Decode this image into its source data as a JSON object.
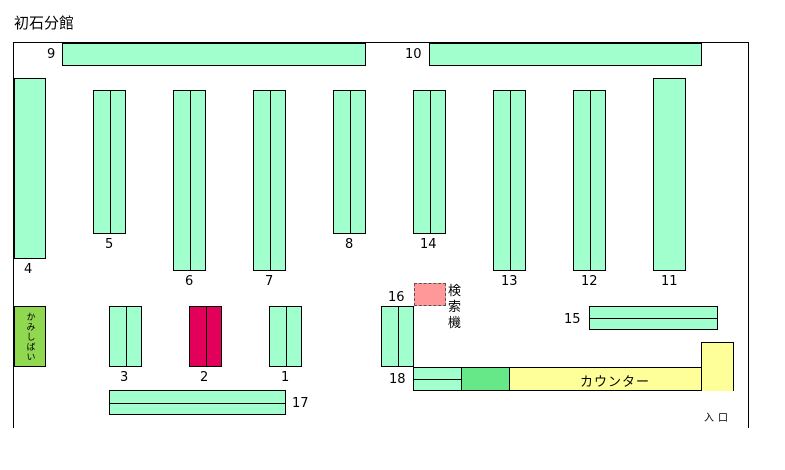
{
  "title": "初石分館",
  "shelves": {
    "s1": "1",
    "s2": "2",
    "s3": "3",
    "s4": "4",
    "s5": "5",
    "s6": "6",
    "s7": "7",
    "s8": "8",
    "s9": "9",
    "s10": "10",
    "s11": "11",
    "s12": "12",
    "s13": "13",
    "s14": "14",
    "s15": "15",
    "s16": "16",
    "s17": "17",
    "s18": "18"
  },
  "kamishibai": "かみしばい",
  "search_terminal": "検索機",
  "counter": "カウンター",
  "entrance": "入口",
  "colors": {
    "shelf": "#a0ffcc",
    "highlight": "#e2005a",
    "kamishibai": "#90d850",
    "search": "#ff9999",
    "counter": "#ffff99"
  }
}
